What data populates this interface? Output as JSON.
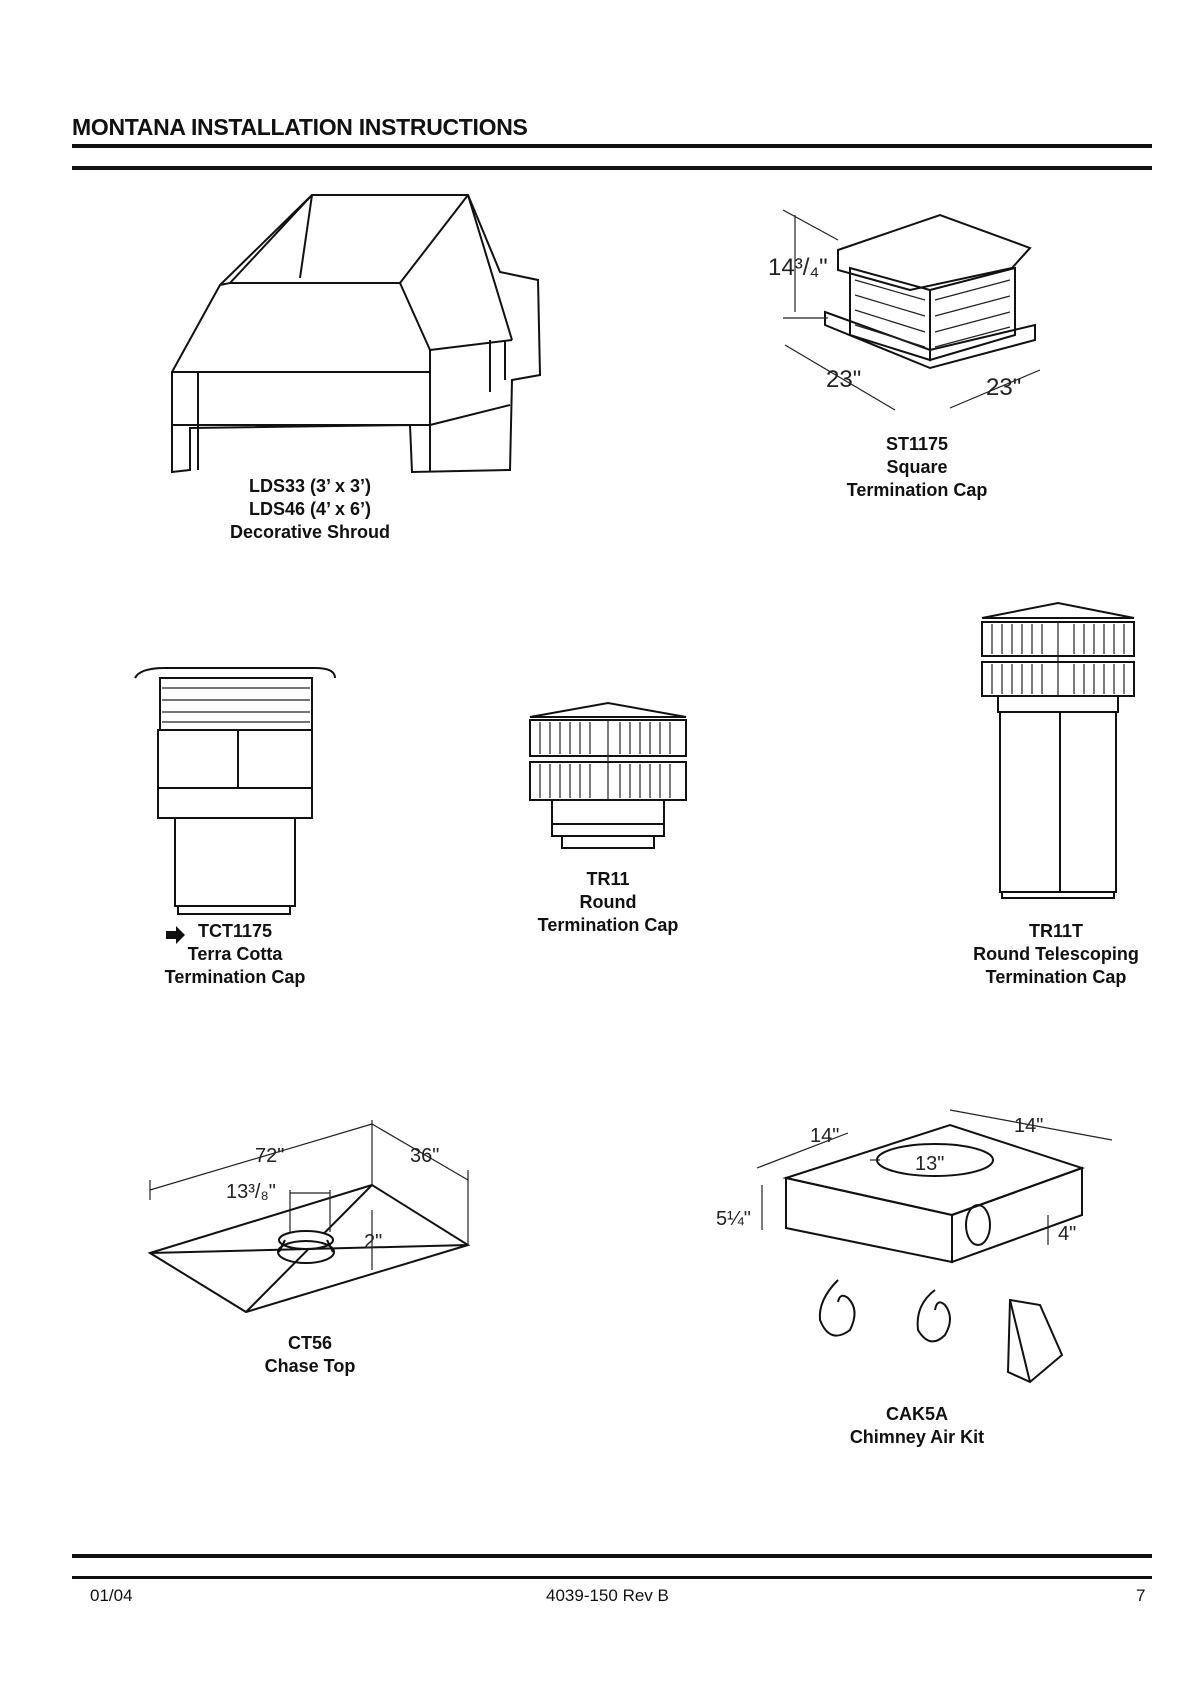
{
  "header": {
    "title": "MONTANA INSTALLATION INSTRUCTIONS"
  },
  "items": {
    "lds": {
      "line1": "LDS33 (3’ x 3’)",
      "line2": "LDS46 (4’ x 6’)",
      "line3": "Decorative Shroud"
    },
    "st1175": {
      "line1": "ST1175",
      "line2": "Square",
      "line3": "Termination Cap",
      "dim_height": "14³/₄\"",
      "dim_left": "23\"",
      "dim_right": "23\""
    },
    "tct1175": {
      "line1": "TCT1175",
      "line2": "Terra Cotta",
      "line3": "Termination Cap"
    },
    "tr11": {
      "line1": "TR11",
      "line2": "Round",
      "line3": "Termination Cap"
    },
    "tr11t": {
      "line1": "TR11T",
      "line2": "Round Telescoping",
      "line3": "Termination Cap"
    },
    "ct56": {
      "line1": "CT56",
      "line2": "Chase Top",
      "dim_length": "72\"",
      "dim_width": "36\"",
      "dim_offset": "13³/₈\"",
      "dim_collar": "2\""
    },
    "cak5a": {
      "line1": "CAK5A",
      "line2": "Chimney Air Kit",
      "dim_side_a": "14\"",
      "dim_side_b": "14\"",
      "dim_hole": "13\"",
      "dim_height": "5¼\"",
      "dim_port": "4\""
    }
  },
  "footer": {
    "date": "01/04",
    "doc_number": "4039-150 Rev B",
    "page": "7"
  }
}
